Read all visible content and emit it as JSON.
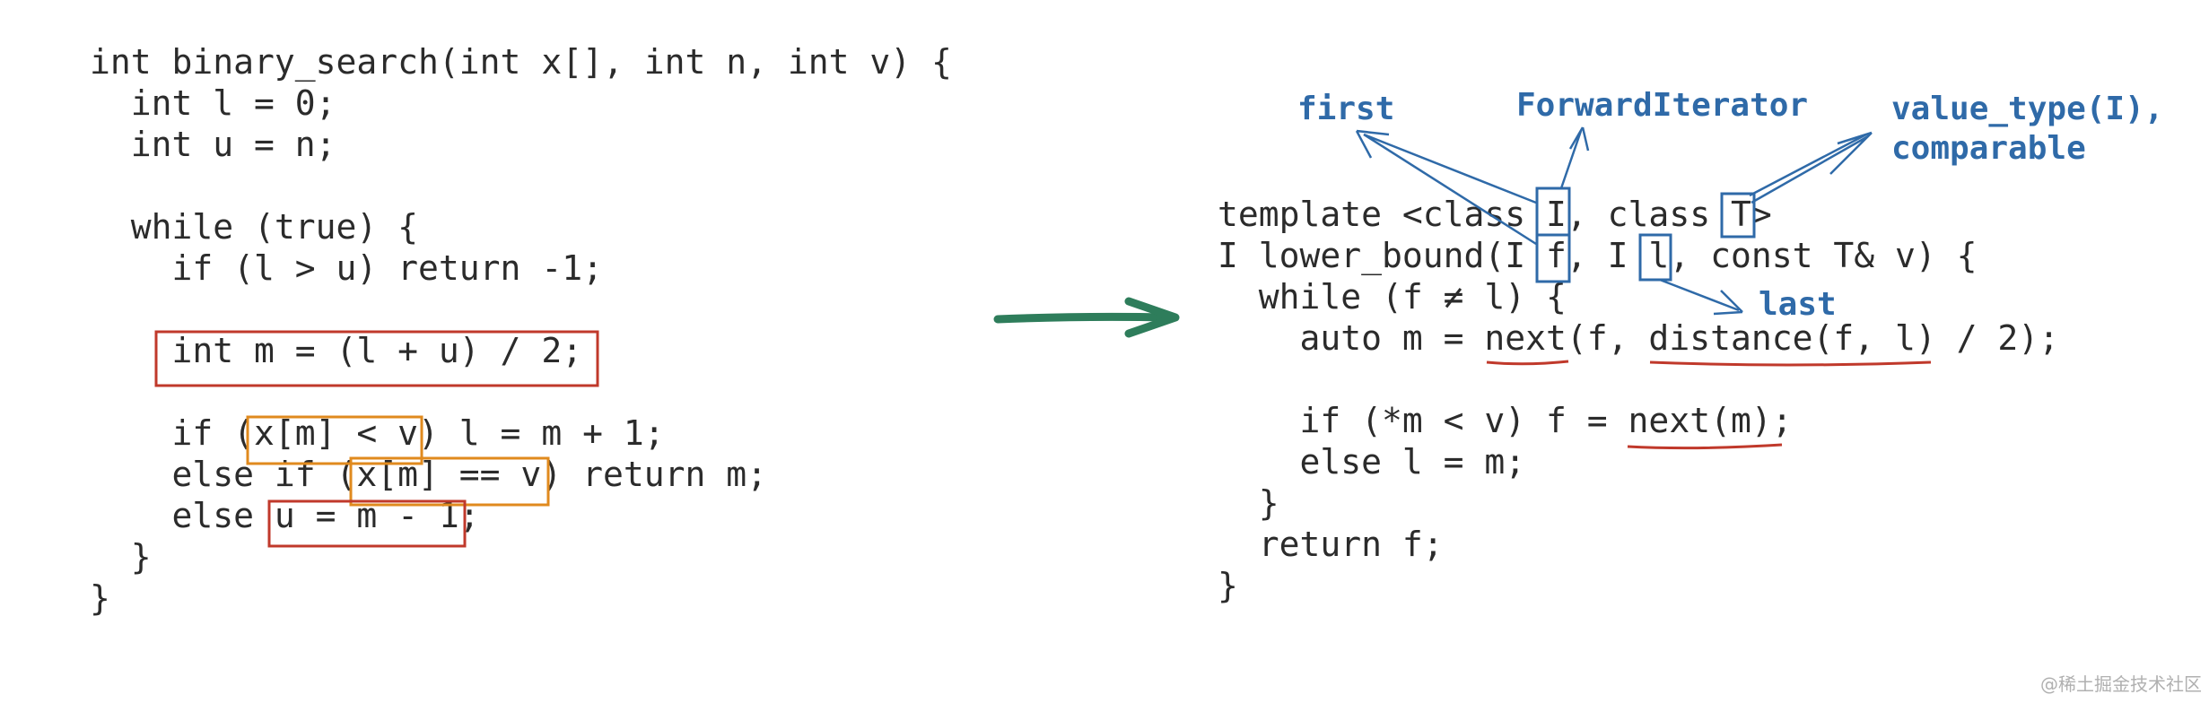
{
  "left_code": [
    "int binary_search(int x[], int n, int v) {",
    "  int l = 0;",
    "  int u = n;",
    "",
    "  while (true) {",
    "    if (l > u) return -1;",
    "",
    "    int m = (l + u) / 2;",
    "",
    "    if (x[m] < v) l = m + 1;",
    "    else if (x[m] == v) return m;",
    "    else u = m - 1;",
    "  }",
    "}"
  ],
  "right_code": [
    "template <class I, class T>",
    "I lower_bound(I f, I l, const T& v) {",
    "  while (f ≠ l) {",
    "    auto m = next(f, distance(f, l) / 2);",
    "",
    "    if (*m < v) f = next(m);",
    "    else l = m;",
    "  }",
    "  return f;",
    "}"
  ],
  "annotations": {
    "first": "first",
    "forward_iterator": "ForwardIterator",
    "value_type_line1": "value_type(I),",
    "value_type_line2": "comparable",
    "last": "last"
  },
  "colors": {
    "code": "#2b2b2b",
    "annotation": "#2f6aa8",
    "red_box": "#c0392b",
    "orange_box": "#e08a1e",
    "blue_box": "#2f6aa8",
    "arrow": "#2e7d5b"
  },
  "watermark": "@稀土掘金技术社区"
}
